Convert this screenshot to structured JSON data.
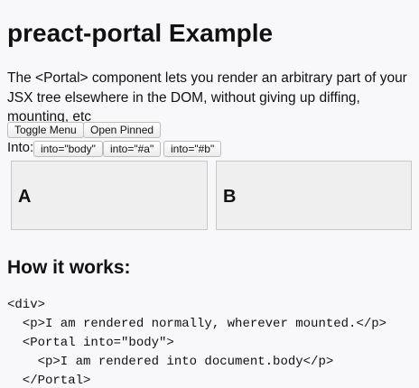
{
  "page": {
    "title": "preact-portal Example",
    "intro": "The <Portal> component lets you render an arbitrary part of your JSX tree elsewhere in the DOM, without giving up diffing, mounting, etc"
  },
  "controls": {
    "toggle_menu": "Toggle Menu",
    "open_pinned": "Open Pinned",
    "into_label": "Into:",
    "into_options": [
      "into=\"body\"",
      "into=\"#a\"",
      "into=\"#b\""
    ]
  },
  "targets": [
    {
      "label": "A"
    },
    {
      "label": "B"
    }
  ],
  "how_it_works": {
    "title": "How it works:",
    "code_lines": [
      "<div>",
      "  <p>I am rendered normally, wherever mounted.</p>",
      "  <Portal into=\"body\">",
      "    <p>I am rendered into document.body</p>",
      "  </Portal>"
    ]
  },
  "colors": {
    "background": "#f8f8fa",
    "box_background": "#efefef",
    "text": "#111111"
  }
}
